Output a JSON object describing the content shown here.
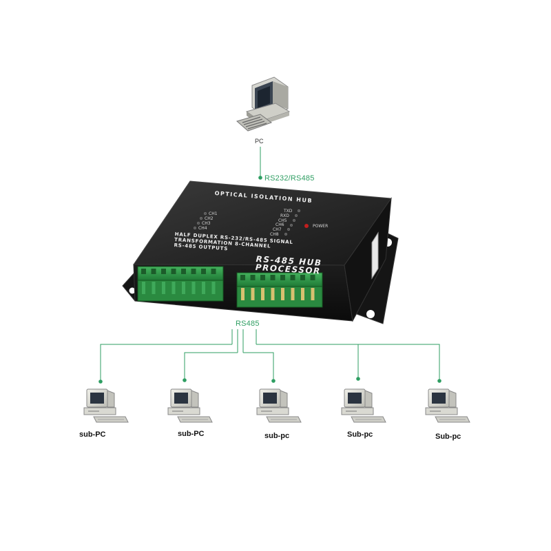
{
  "host": {
    "label": "PC",
    "link_label": "RS232/RS485"
  },
  "device": {
    "title": "OPTICAL ISOLATION HUB",
    "description_lines": [
      "HALF DUPLEX RS-232/RS-485 SIGNAL",
      "TRANSFORMATION 8-CHANNEL",
      "RS-485 OUTPUTS"
    ],
    "model_lines": [
      "RS-485 HUB",
      "PROCESSOR"
    ],
    "left_leds": [
      "CH1",
      "CH2",
      "CH3",
      "CH4"
    ],
    "right_leds": [
      "TXD",
      "RXD",
      "CH5",
      "CH6",
      "CH7",
      "CH8"
    ],
    "power_label": "POWER",
    "colors": {
      "body": "#222222",
      "terminal": "#2f9a4a",
      "power_led": "#b01818"
    }
  },
  "bus": {
    "label": "RS485"
  },
  "clients": [
    {
      "label": "sub-PC"
    },
    {
      "label": "sub-PC"
    },
    {
      "label": "sub-pc"
    },
    {
      "label": "Sub-pc"
    },
    {
      "label": "Sub-pc"
    }
  ],
  "colors": {
    "connector": "#2e9e62",
    "text": "#111111"
  }
}
